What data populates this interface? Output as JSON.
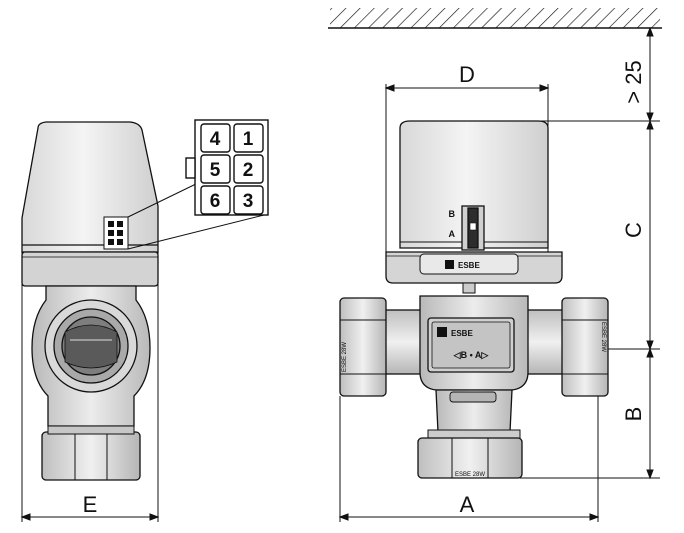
{
  "dimensions": {
    "A": "A",
    "B": "B",
    "C": "C",
    "D": "D",
    "E": "E",
    "clearance": "> 25"
  },
  "connector_pins": [
    "4",
    "1",
    "5",
    "2",
    "6",
    "3"
  ],
  "actuator_positions": {
    "b": "B",
    "a": "A"
  },
  "brand": {
    "actuator_logo": "ESBE",
    "valve_logo": "ESBE",
    "direction_indicator": "◁B  •  A▷"
  },
  "port_markings": {
    "left": "ESBE 28W",
    "right": "ESBE 28W",
    "bottom": "ESBE 28W"
  },
  "colors": {
    "line": "#111111",
    "body_fill": "#e6e6e6",
    "shade": "#bdbdbd",
    "dark": "#3a3a3a"
  }
}
